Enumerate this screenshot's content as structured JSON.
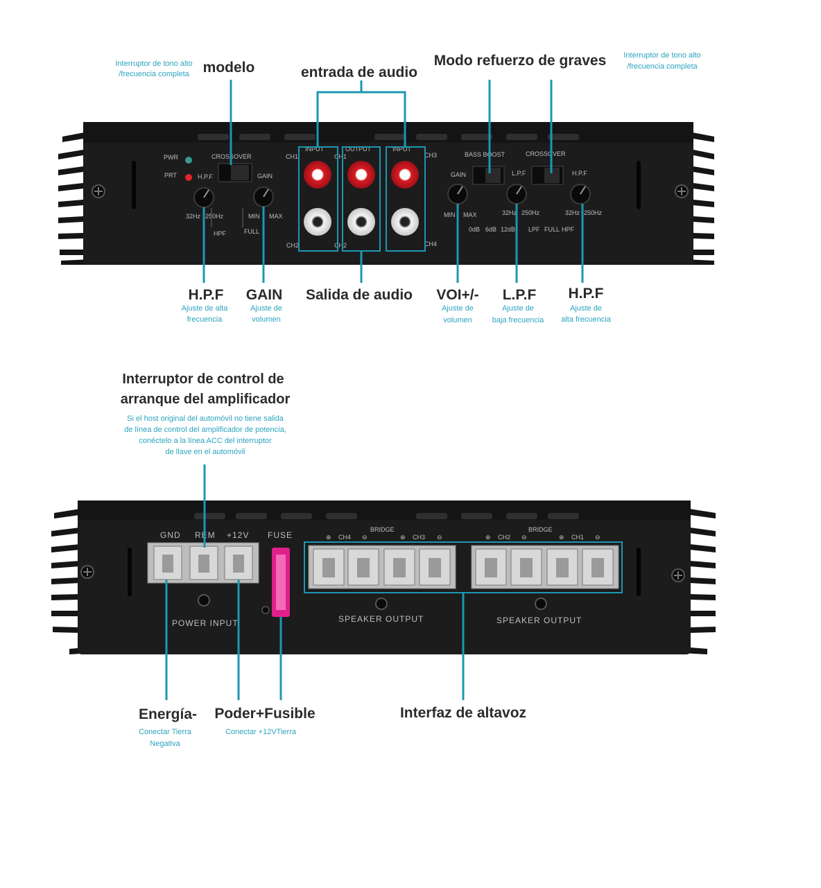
{
  "colors": {
    "accent": "#1d97b3",
    "subtext": "#2aa3bf",
    "panel": "#1c1c1c",
    "fuse": "#e0208a"
  },
  "top": {
    "labels": {
      "modelo": "modelo",
      "tone_left": [
        "Interruptor de tono alto",
        "/frecuencia completa"
      ],
      "entrada": "entrada de audio",
      "bass_mode": "Modo refuerzo de graves",
      "tone_right": [
        "Interruptor de tono alto",
        "/frecuencia completa"
      ],
      "hpf_left": "H.P.F",
      "hpf_left_sub": [
        "Ajuste de alta",
        "frecuencia"
      ],
      "gain": "GAIN",
      "gain_sub": [
        "Ajuste de",
        "volumen"
      ],
      "salida": "Salida de audio",
      "vol": "VOI+/-",
      "vol_sub": [
        "Ajuste de",
        "volumen"
      ],
      "lpf": "L.P.F",
      "lpf_sub": [
        "Ajuste de",
        "baja frecuencia"
      ],
      "hpf_right": "H.P.F",
      "hpf_right_sub": [
        "Ajuste de",
        "alta frecuencia"
      ]
    },
    "panel": {
      "pwr": "PWR",
      "prt": "PRT",
      "crossover_left": "CROSSOVER",
      "hpf": "H.P.F",
      "gain": "GAIN",
      "hz_low": "32Hz",
      "hz_high": "250Hz",
      "hpf_small": "HPF",
      "min": "MIN",
      "max": "MAX",
      "full": "FULL",
      "input_left": "INPUT",
      "output": "OUTPUT",
      "input_right": "INPUT",
      "ch1_a": "CH1",
      "ch1_b": "CH1",
      "ch2_a": "CH2",
      "ch2_b": "CH2",
      "ch3": "CH3",
      "ch4": "CH4",
      "bass_boost": "BASS BOOST",
      "crossover_right": "CROSSOVER",
      "gain_r": "GAIN",
      "lpf": "L.P.F",
      "hpf_r": "H.P.F",
      "db0": "0dB",
      "db6": "6dB",
      "db12": "12dB",
      "lpf_small": "LPF",
      "full_r": "FULL",
      "hpf_small_r": "HPF"
    }
  },
  "bottom": {
    "labels": {
      "remote_title": [
        "Interruptor de control de",
        "arranque del amplificador"
      ],
      "remote_sub": [
        "Si el host original del automóvil no tiene salida",
        "de línea de control del amplificador de potencia,",
        "conéctelo a la línea ACC del interruptor",
        "de llave en el automóvil"
      ],
      "energia": "Energía-",
      "energia_sub": [
        "Conectar Tierra",
        "Negativa"
      ],
      "poder": "Poder+Fusible",
      "poder_sub": "Conectar +12VTierra",
      "altavoz": "Interfaz de altavoz"
    },
    "panel": {
      "gnd": "GND",
      "rem": "REM",
      "v12": "+12V",
      "fuse": "FUSE",
      "power_input": "POWER INPUT",
      "bridge_left": "BRIDGE",
      "bridge_right": "BRIDGE",
      "ch4": "CH4",
      "ch3": "CH3",
      "ch2": "CH2",
      "ch1": "CH1",
      "speaker_output_left": "SPEAKER OUTPUT",
      "speaker_output_right": "SPEAKER OUTPUT",
      "plus": "⊕",
      "minus": "⊖"
    }
  }
}
